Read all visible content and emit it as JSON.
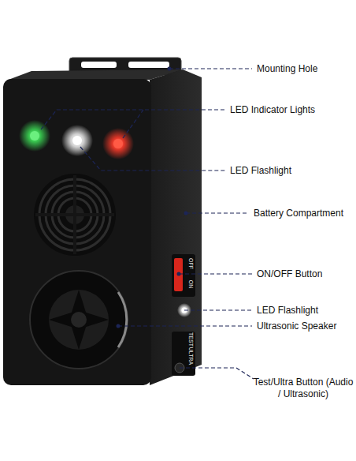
{
  "diagram": {
    "labels": [
      "Mounting Hole",
      "LED Indicator Lights",
      "LED Flashlight",
      "Battery Compartment",
      "ON/OFF Button",
      "OFF",
      "ON",
      "LED Flashlight",
      "Ultrasonic Speaker",
      "TEST",
      "ULTRA",
      "Test/Ultra Button (Audio / Ultrasonic)"
    ]
  }
}
